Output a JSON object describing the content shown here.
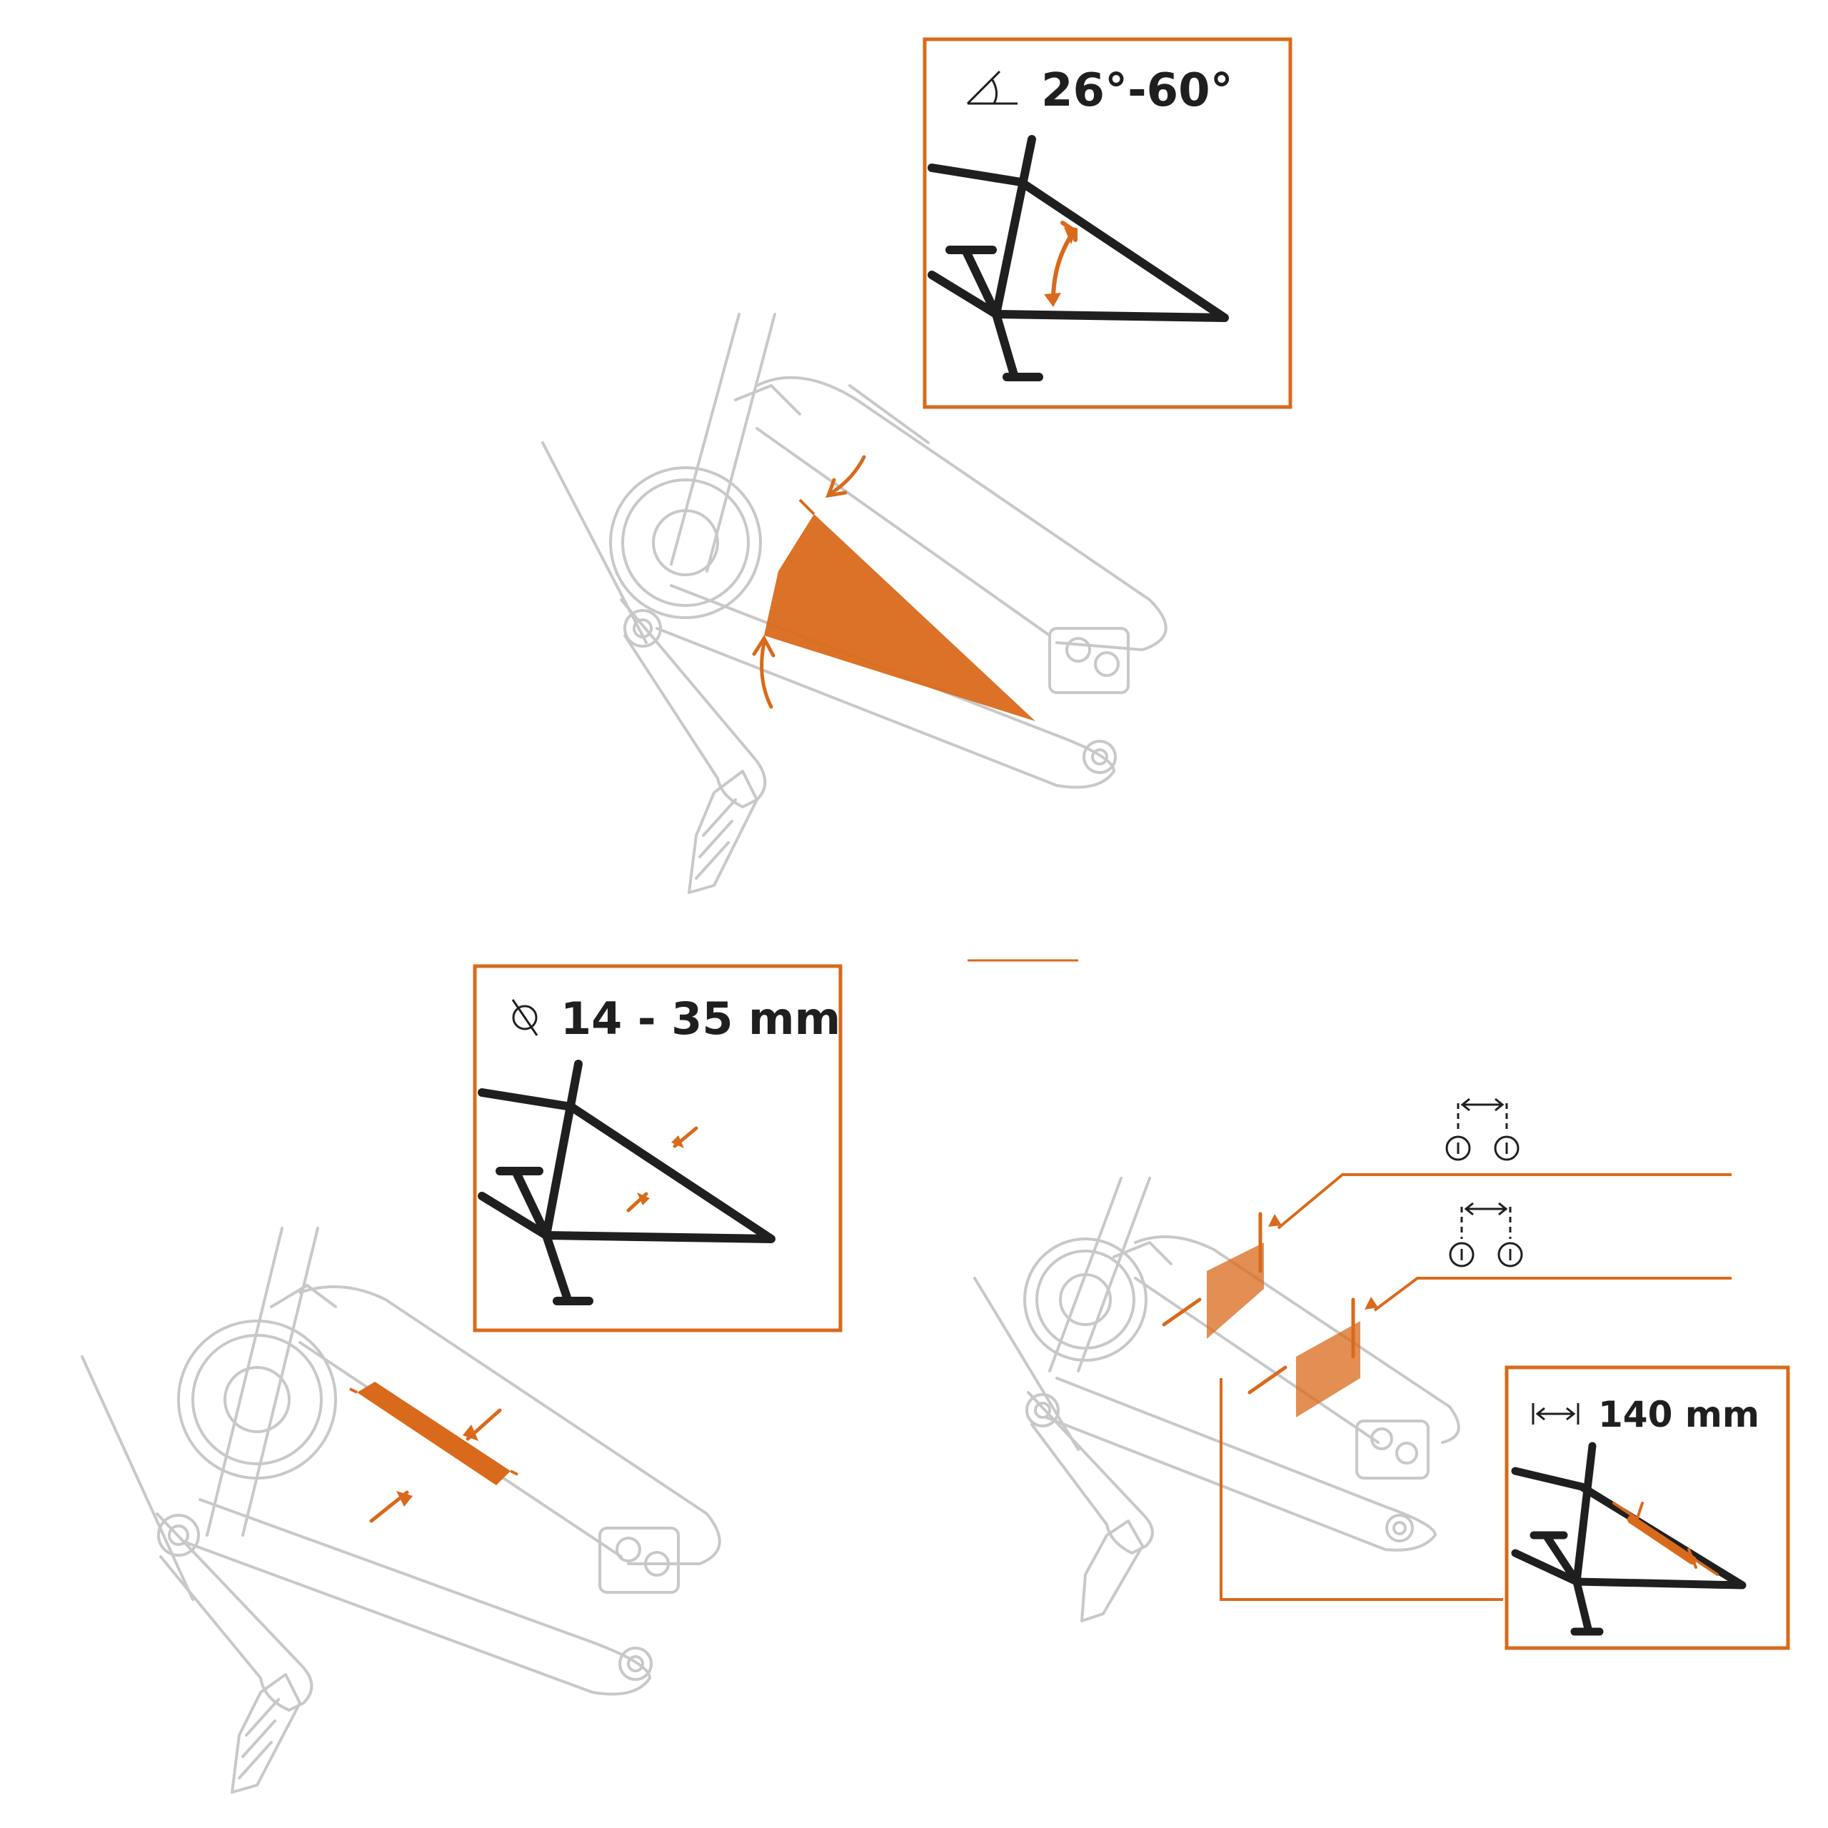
{
  "panels": {
    "angle": {
      "label": "26°-60°",
      "icon": "angle-icon"
    },
    "diameter": {
      "label": "14 - 35 mm",
      "icon": "diameter-icon"
    },
    "length": {
      "label": "140 mm",
      "icon": "width-arrows-icon"
    }
  },
  "colors": {
    "accent": "#d96a1b",
    "ink": "#1f1f1f",
    "bike": "#c8c8c8"
  }
}
